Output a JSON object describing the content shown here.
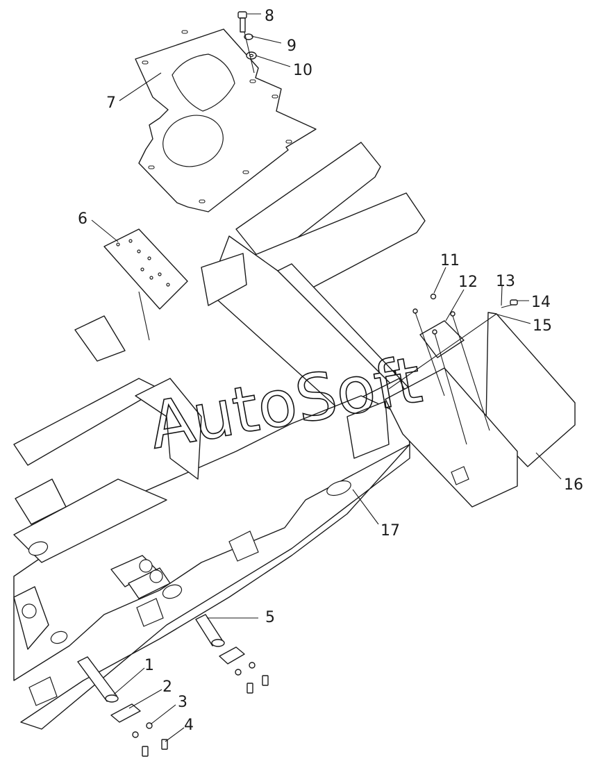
{
  "diagram": {
    "callouts": [
      {
        "id": "p1",
        "label": "1"
      },
      {
        "id": "p2",
        "label": "2"
      },
      {
        "id": "p3",
        "label": "3"
      },
      {
        "id": "p4",
        "label": "4"
      },
      {
        "id": "p5",
        "label": "5"
      },
      {
        "id": "p6",
        "label": "6"
      },
      {
        "id": "p7",
        "label": "7"
      },
      {
        "id": "p8",
        "label": "8"
      },
      {
        "id": "p9",
        "label": "9"
      },
      {
        "id": "p10",
        "label": "10"
      },
      {
        "id": "p11",
        "label": "11"
      },
      {
        "id": "p12",
        "label": "12"
      },
      {
        "id": "p13",
        "label": "13"
      },
      {
        "id": "p14",
        "label": "14"
      },
      {
        "id": "p15",
        "label": "15"
      },
      {
        "id": "p16",
        "label": "16"
      },
      {
        "id": "p17",
        "label": "17"
      }
    ],
    "watermark": "AutoSoft"
  }
}
